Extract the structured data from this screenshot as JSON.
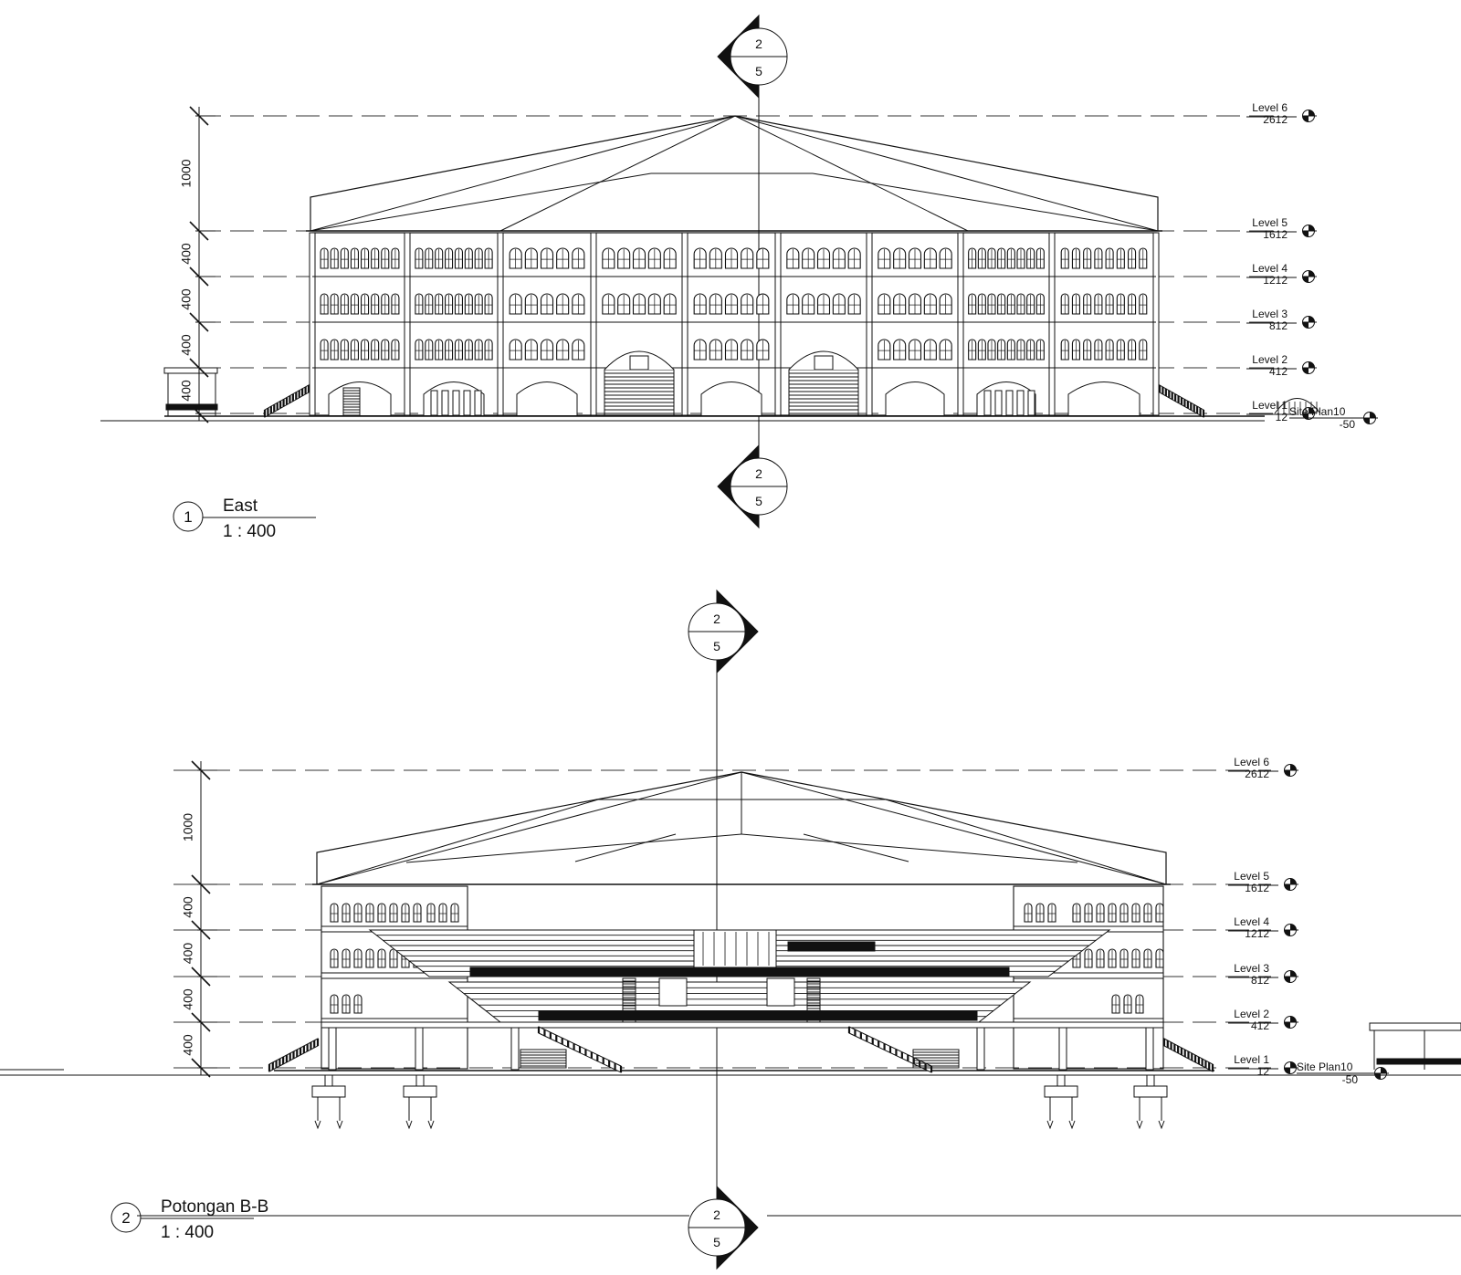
{
  "views": [
    {
      "id": "east",
      "number": "1",
      "title": "East",
      "scale": "1 : 400",
      "levels": [
        {
          "name": "Level 6",
          "elev": "2612"
        },
        {
          "name": "Level 5",
          "elev": "1612"
        },
        {
          "name": "Level 4",
          "elev": "1212"
        },
        {
          "name": "Level 3",
          "elev": "812"
        },
        {
          "name": "Level 2",
          "elev": "412"
        },
        {
          "name": "Level 1",
          "elev": "12"
        }
      ],
      "site": {
        "name": "Site Plan10",
        "elev": "-50"
      },
      "dims": [
        "1000",
        "400",
        "400",
        "400",
        "400"
      ],
      "section_tag": {
        "top": "2",
        "bottom": "5"
      }
    },
    {
      "id": "section",
      "number": "2",
      "title": "Potongan B-B",
      "scale": "1 : 400",
      "levels": [
        {
          "name": "Level 6",
          "elev": "2612"
        },
        {
          "name": "Level 5",
          "elev": "1612"
        },
        {
          "name": "Level 4",
          "elev": "1212"
        },
        {
          "name": "Level 3",
          "elev": "812"
        },
        {
          "name": "Level 2",
          "elev": "412"
        },
        {
          "name": "Level 1",
          "elev": "12"
        }
      ],
      "site": {
        "name": "Site Plan10",
        "elev": "-50"
      },
      "dims": [
        "1000",
        "400",
        "400",
        "400",
        "400"
      ],
      "section_tag": {
        "top": "2",
        "bottom": "5"
      }
    }
  ]
}
